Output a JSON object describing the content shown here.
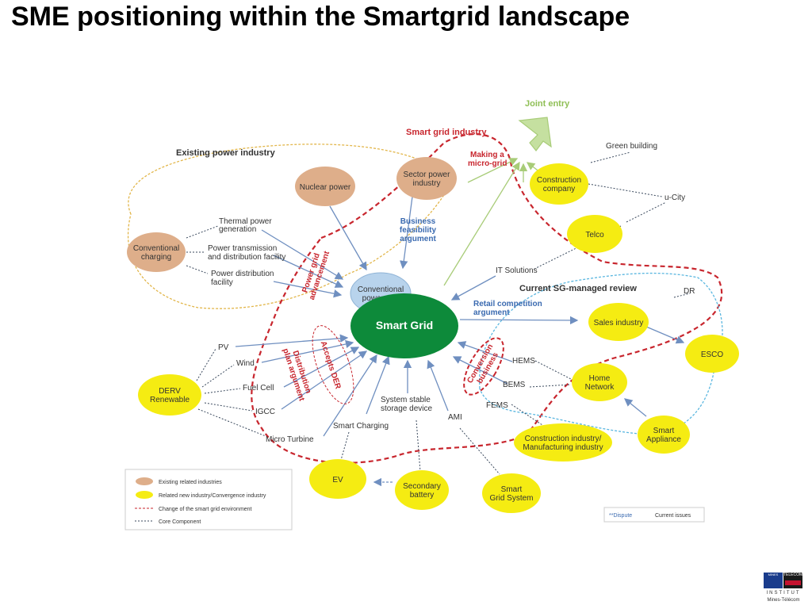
{
  "title": "SME positioning within the Smartgrid landscape",
  "regions": {
    "existing": "Existing power industry",
    "smart_grid_industry": "Smart grid industry",
    "joint_entry": "Joint entry",
    "current_sg": "Current SG-managed review"
  },
  "nodes": {
    "smart_grid": "Smart Grid",
    "conventional_grid": [
      "Conventional",
      "power grid"
    ],
    "nuclear": "Nuclear power",
    "sector_power": [
      "Sector power",
      "industry"
    ],
    "conventional_charging": [
      "Conventional",
      "charging"
    ],
    "construction_company": [
      "Construction",
      "company"
    ],
    "telco": "Telco",
    "sales_industry": "Sales industry",
    "esco": "ESCO",
    "home_network": [
      "Home",
      "Network"
    ],
    "smart_appliance": [
      "Smart",
      "Appliance"
    ],
    "construction_industry": [
      "Construction industry/",
      "Manufacturing industry"
    ],
    "smart_grid_system": [
      "Smart",
      "Grid System"
    ],
    "secondary_battery": [
      "Secondary",
      "battery"
    ],
    "ev": "EV",
    "derv": [
      "DERV",
      "Renewable"
    ]
  },
  "labels": {
    "green_building": "Green building",
    "u_city": "u-City",
    "thermal": [
      "Thermal power",
      "generation"
    ],
    "transmission": [
      "Power transmission",
      "and distribution facility"
    ],
    "distribution_facility": [
      "Power distribution",
      "facility"
    ],
    "it_solutions": "IT Solutions",
    "dr": "DR",
    "hems": "HEMS",
    "bems": "BEMS",
    "fems": "FEMS",
    "pv": "PV",
    "wind": "Wind",
    "fuel_cell": "Fuel Cell",
    "igcc": "IGCC",
    "micro_turbine": "Micro Turbine",
    "smart_charging": "Smart Charging",
    "storage": [
      "System stable",
      "storage device"
    ],
    "ami": "AMI",
    "making_micro_grid": [
      "Making a",
      "micro-grid"
    ],
    "business_feasibility": [
      "Business",
      "feasibility",
      "argument"
    ],
    "retail_competition": [
      "Retail competition",
      "argument"
    ],
    "power_grid_advancement": [
      "Power grid",
      "advancement"
    ],
    "accepts_der": "Accepts DER",
    "distribution_plan": [
      "Distribution",
      "plan argument"
    ],
    "conversion_business": [
      "Conversion",
      "business"
    ]
  },
  "legend": {
    "existing": "Existing related industries",
    "related_new": "Related new industry/Convergence industry",
    "change": "Change of the smart grid environment",
    "core": "Core Component",
    "dispute": "**Dispute",
    "current_issues": "Current issues"
  },
  "logo": {
    "mines": "MINES",
    "telecom": "TELECOM",
    "institut": "INSTITUT",
    "mines_telecom": "Mines-Télécom"
  },
  "colors": {
    "existing_fill": "#deae8a",
    "new_fill": "#f5ec12",
    "smart_grid_fill": "#0d8a3a",
    "conventional_fill": "#b8d3ec",
    "change_line": "#c8262e",
    "core_line": "#3b4a5e",
    "arrow": "#6f8fc0",
    "joint_green": "#a8cc78",
    "existing_boundary": "#e2b64a",
    "dispute_line": "#5bb7e0"
  }
}
